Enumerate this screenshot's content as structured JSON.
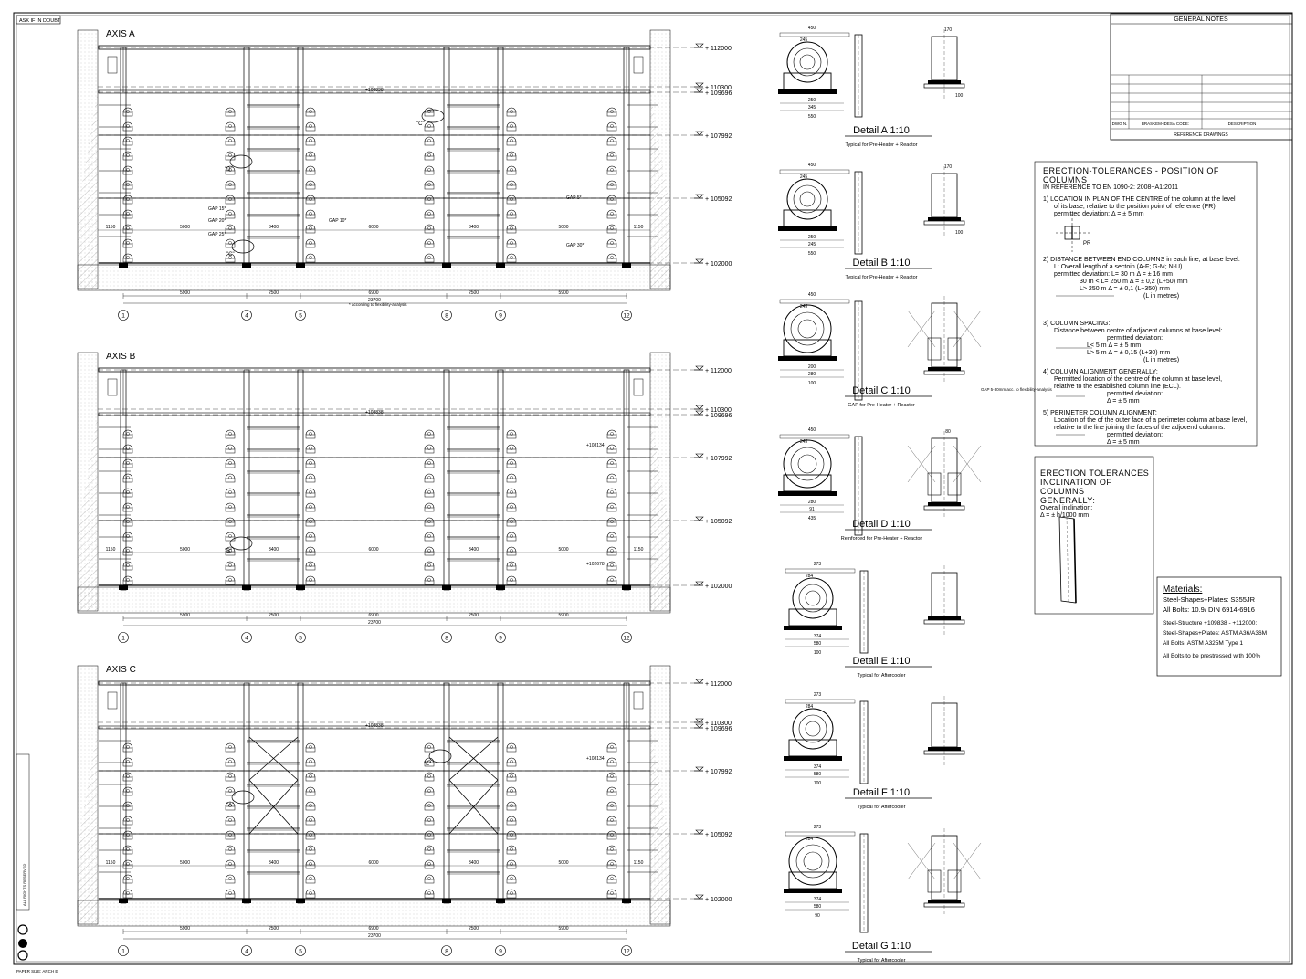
{
  "sheet": {
    "ask_label": "ASK IF IN DOUBT",
    "paper_size": "PAPER SIZE: ARCH E",
    "rights": "ALL RIGHTS RESERVED"
  },
  "elevations": [
    {
      "title": "AXIS A",
      "levels": [
        "+ 112000",
        "+ 110300",
        "+ 109696",
        "+ 107992",
        "+ 105092",
        "+ 102000"
      ],
      "mid_level": "+108838",
      "bay_dims": [
        "5900",
        "2500",
        "6900",
        "2500",
        "5900"
      ],
      "total_dim": "23700",
      "inner_dims": [
        "1150",
        "5000",
        "3400",
        "6000",
        "3400",
        "5000",
        "1150"
      ],
      "note": "* according to flexibility-analysis",
      "callouts": [
        "\"C\"",
        "\"D\"",
        "\"C\""
      ],
      "gaps": [
        "GAP 15*",
        "GAP 20*",
        "GAP 25*",
        "GAP 10*",
        "GAP 5*",
        "GAP 30*"
      ]
    },
    {
      "title": "AXIS B",
      "levels": [
        "+ 112000",
        "+ 110300",
        "+ 109696",
        "+ 107992",
        "+ 105092",
        "+ 102000"
      ],
      "mid_level": "+108838",
      "aux_levels": [
        "+108134",
        "+102678"
      ],
      "bay_dims": [
        "5900",
        "2500",
        "6900",
        "2500",
        "5900"
      ],
      "total_dim": "23700",
      "inner_dims": [
        "1150",
        "5000",
        "3400",
        "6000",
        "3400",
        "5000",
        "1150"
      ],
      "callouts": [
        "\"B\""
      ]
    },
    {
      "title": "AXIS C",
      "levels": [
        "+ 112000",
        "+ 110300",
        "+ 109696",
        "+ 107992",
        "+ 105092",
        "+ 102000"
      ],
      "mid_level": "+108838",
      "aux_levels": [
        "+108134"
      ],
      "bay_dims": [
        "5900",
        "2500",
        "6900",
        "2500",
        "5900"
      ],
      "total_dim": "23700",
      "inner_dims": [
        "1150",
        "5000",
        "3400",
        "6000",
        "3400",
        "5000",
        "1150"
      ],
      "callouts": [
        "\"A\"",
        "\"E\""
      ]
    }
  ],
  "grid_labels": [
    "1",
    "4",
    "5",
    "8",
    "9",
    "12"
  ],
  "details": [
    {
      "title": "Detail A 1:10",
      "subtitle": "Typical for Pre-Heater + Reactor",
      "dims": [
        "450",
        "245",
        "250",
        "345",
        "550",
        "170",
        "100"
      ]
    },
    {
      "title": "Detail B 1:10",
      "subtitle": "Typical for Pre-Heater + Reactor",
      "dims": [
        "450",
        "245",
        "250",
        "245",
        "550",
        "170",
        "100"
      ]
    },
    {
      "title": "Detail C 1:10",
      "subtitle": "GAP for Pre-Heater + Reactor",
      "dims": [
        "450",
        "245",
        "200",
        "280",
        "100"
      ],
      "note": "GAP 5-30mm acc. to flexibility-analysis"
    },
    {
      "title": "Detail D 1:10",
      "subtitle": "Reinforced for Pre-Heater + Reactor",
      "dims": [
        "450",
        "245",
        "280",
        "91",
        "435",
        "80"
      ]
    },
    {
      "title": "Detail E 1:10",
      "subtitle": "Typical for Aftercooler",
      "dims": [
        "273",
        "284",
        "374",
        "580",
        "100"
      ]
    },
    {
      "title": "Detail F 1:10",
      "subtitle": "Typical for Aftercooler",
      "dims": [
        "273",
        "284",
        "374",
        "580",
        "100"
      ]
    },
    {
      "title": "Detail G 1:10",
      "subtitle": "Typical for Aftercooler",
      "dims": [
        "273",
        "284",
        "374",
        "580",
        "90"
      ]
    }
  ],
  "title_block": {
    "heading": "GENERAL NOTES",
    "cols": [
      "DWG N.",
      "BRASKEM-IDESA CODE:",
      "DESCRIPTION"
    ],
    "footer": "REFERENCE DRAWINGS"
  },
  "erection_position": {
    "title": "ERECTION-TOLERANCES  -  POSITION OF COLUMNS",
    "reference": "IN REFERENCE TO EN 1090-2: 2008+A1:2011",
    "items": [
      {
        "head": "1) LOCATION IN PLAN OF THE CENTRE of the column at the level",
        "lines": [
          "of its base, relative to the position point of reference (PR).",
          "permitted deviation:   Δ = ± 5 mm"
        ]
      },
      {
        "head": "2) DISTANCE BETWEEN END COLUMNS in each line, at base level:",
        "lines": [
          "L: Overall length of a sectoin (A-F; G-M; N-U)",
          "permitted deviation:  L= 30  m    Δ = ± 16  mm",
          "30 m < L= 250  m   Δ = ± 0,2  (L+50)  mm",
          "L> 250  m   Δ = ± 0,1  (L+350)  mm",
          "(L in metres)"
        ]
      },
      {
        "head": "3) COLUMN SPACING:",
        "lines": [
          "Distance between centre of adjacent columns at base level:",
          "permitted deviation:",
          "L< 5 m   Δ = ± 5  mm",
          "L> 5 m   Δ = ± 0,15  (L+30)  mm",
          "(L in metres)"
        ]
      },
      {
        "head": "4) COLUMN ALIGNMENT GENERALLY:",
        "lines": [
          "Permitted location of the centre of the column at base level,",
          "relative to the established column line (ECL).",
          "permitted deviation:",
          "Δ = ± 5  mm"
        ]
      },
      {
        "head": "5) PERIMETER COLUMN ALIGNMENT:",
        "lines": [
          "Location of the of the outer face of a perimeter column at base level,",
          "relative to the line joining the faces of the adjocend columns.",
          "permitted deviation:",
          "Δ = ± 5  mm"
        ]
      }
    ],
    "pr_label": "PR"
  },
  "erection_inclination": {
    "title1": "ERECTION TOLERANCES",
    "title2": "INCLINATION OF COLUMNS",
    "title3": "GENERALLY:",
    "line1": "Overall inclination:",
    "line2": "Δ = ± h/1000  mm"
  },
  "materials": {
    "title": "Materials:",
    "line1": "Steel-Shapes+Plates:  S355JR",
    "line2": "All Bolts: 10.9/ DIN 6914-6916",
    "line3": "Steel-Structure +109838 - +112000:",
    "line4": "Steel-Shapes+Plates:  ASTM A36/A36M",
    "line5": "All Bolts:     ASTM A325M Type 1",
    "line6": "All Bolts to be prestressed with 100%"
  }
}
